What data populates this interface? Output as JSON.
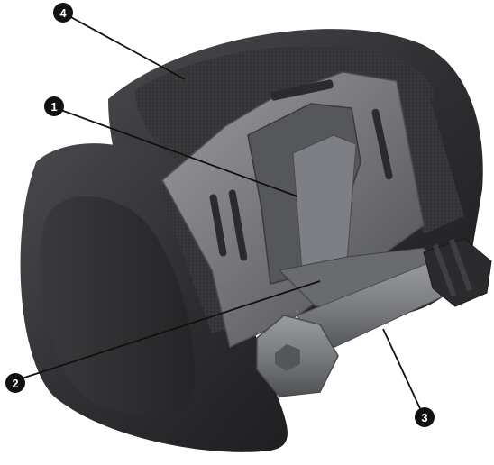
{
  "figure": {
    "subject": "wrist-strap-mount-illustration",
    "colors": {
      "background": "#ffffff",
      "strap_dark": "#2b2b2d",
      "strap_mid": "#3a3a3d",
      "strap_light": "#4a4a4e",
      "plate": "#6c6d71",
      "plate_light": "#9a9ba0",
      "screw": "#7a7b7f",
      "callout": "#111111"
    }
  },
  "callouts": [
    {
      "id": "callout-1",
      "label": "1"
    },
    {
      "id": "callout-2",
      "label": "2"
    },
    {
      "id": "callout-3",
      "label": "3"
    },
    {
      "id": "callout-4",
      "label": "4"
    }
  ]
}
